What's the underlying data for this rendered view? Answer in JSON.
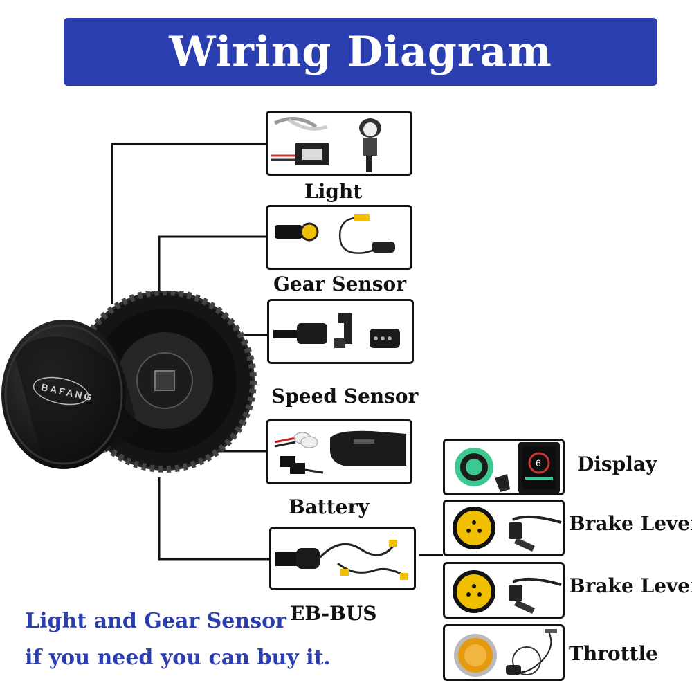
{
  "title": "Wiring Diagram",
  "components": {
    "light": "Light",
    "gear_sensor": "Gear Sensor",
    "speed_sensor": "Speed Sensor",
    "battery": "Battery",
    "eb_bus": "EB-BUS",
    "display": "Display",
    "brake_lever_1": "Brake Lever",
    "brake_lever_2": "Brake Lever",
    "throttle": "Throttle"
  },
  "motor_brand": "BAFANG",
  "display_screen_number": "6",
  "note": {
    "line1": "Light and Gear Sensor",
    "line2": "if you need you can buy it."
  },
  "colors": {
    "banner": "#2b3eb0",
    "note_text": "#2b3eb0",
    "connector_yellow": "#f0c000",
    "connector_green": "#3cc890",
    "throttle_orange": "#e59a10"
  }
}
